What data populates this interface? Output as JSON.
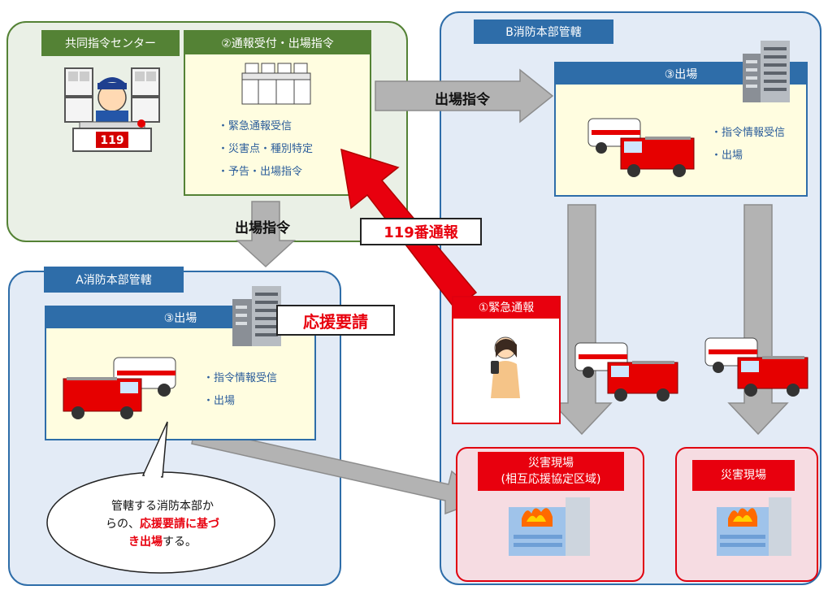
{
  "center": {
    "label": "共同指令センター",
    "step2_title": "②通報受付・出場指令",
    "step2_items": [
      "・緊急通報受信",
      "・災害点・種別特定",
      "・予告・出場指令"
    ],
    "console_number": "119"
  },
  "arrows": {
    "dispatch_to_b": "出場指令",
    "dispatch_to_a": "出場指令",
    "call_119": "119番通報"
  },
  "region_a": {
    "title": "A消防本部管轄",
    "step3_title": "③出場",
    "items": [
      "・指令情報受信",
      "・出場"
    ],
    "support_request": "応援要請"
  },
  "region_b": {
    "title": "B消防本部管轄",
    "step3_title": "③出場",
    "items": [
      "・指令情報受信",
      "・出場"
    ],
    "emergency_call": "①緊急通報",
    "site1_title_line1": "災害現場",
    "site1_title_line2": "(相互応援協定区域)",
    "site2_title": "災害現場"
  },
  "bubble": {
    "line1": "管轄する消防本部か",
    "line2_prefix": "らの、",
    "line2_em": "応援要請に基づ",
    "line3_em": "き出場",
    "line3_suffix": "する。"
  },
  "colors": {
    "center_bg": "#eaf0e6",
    "center_border": "#548235",
    "green_header": "#548235",
    "region_bg": "#e3ebf6",
    "region_border": "#2e6da9",
    "panel_bg": "#fffde0",
    "red": "#e8000e",
    "arrow_gray": "#b3b3b3"
  },
  "icons": [
    "operator-desk-icon",
    "dispatch-console-icon",
    "ambulance-icon",
    "fire-engine-icon",
    "office-building-icon",
    "burning-building-icon",
    "smartphone-caller-icon"
  ]
}
